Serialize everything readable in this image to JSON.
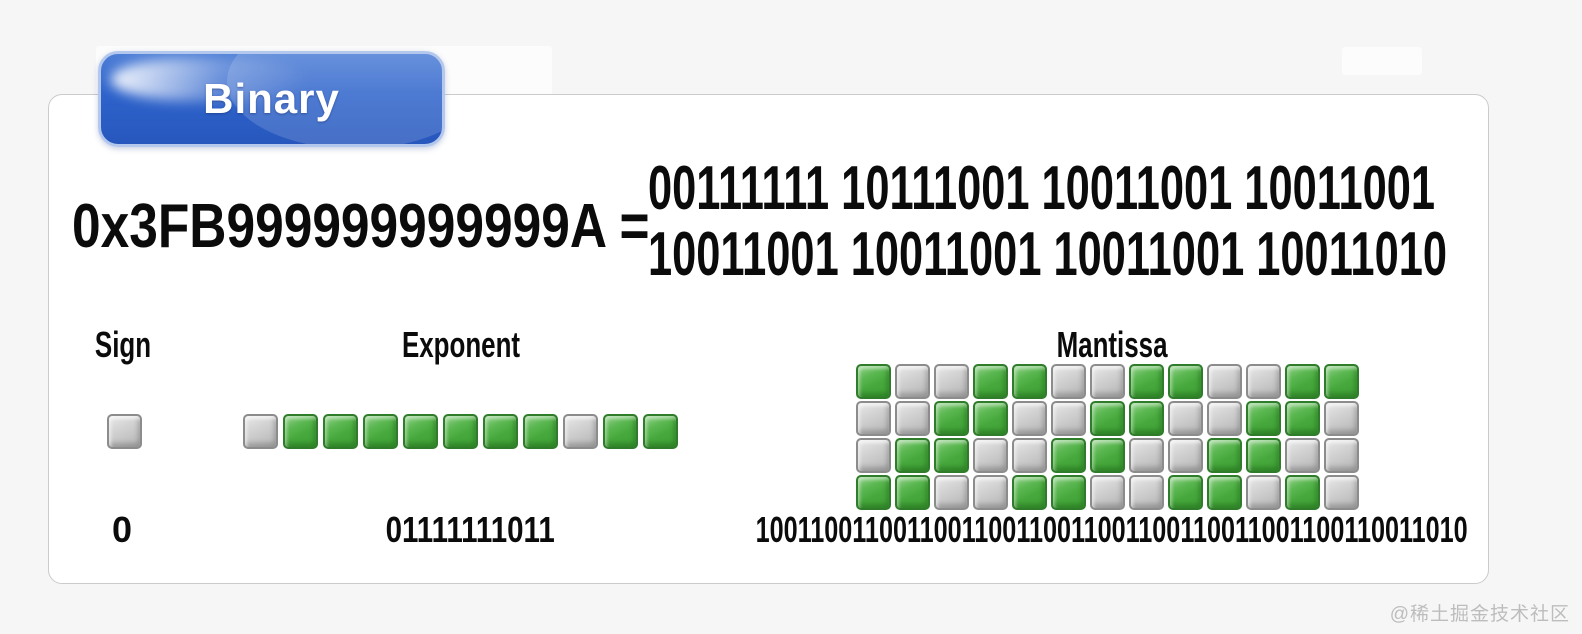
{
  "badge": {
    "label": "Binary"
  },
  "equation": {
    "hex": "0x3FB999999999999A =",
    "binary_lines": [
      "00111111 10111001 10011001 10011001",
      "10011001 10011001 10011001 10011010"
    ]
  },
  "sign": {
    "label": "Sign",
    "bits": "0",
    "value": "0"
  },
  "exponent": {
    "label": "Exponent",
    "bits": "01111111011",
    "value": "01111111011"
  },
  "mantissa": {
    "label": "Mantissa",
    "bit_rows": [
      "1001100110011",
      "0011001100110",
      "0110011001100",
      "1100110011010"
    ],
    "value": "1001100110011001100110011001100110011001100110011010"
  },
  "legend": {
    "bit_one_color": "#47a93d",
    "bit_zero_color": "#c9c9c9",
    "badge_color": "#2e63cb"
  },
  "watermark": "@稀土掘金技术社区"
}
